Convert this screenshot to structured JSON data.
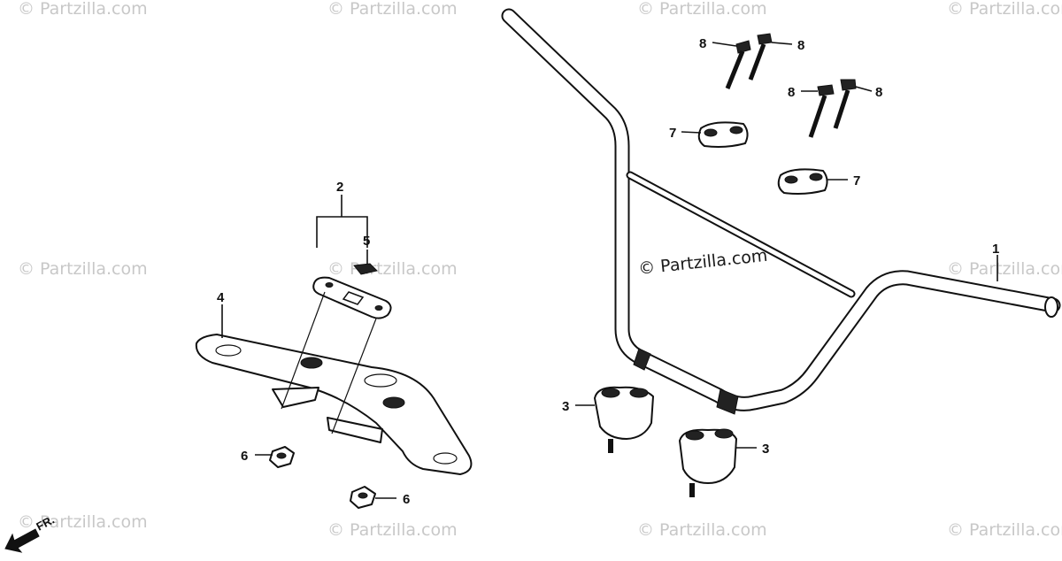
{
  "watermark": {
    "text": "© Partzilla.com",
    "main_text": "© Partzilla.com"
  },
  "callouts": {
    "c1": "1",
    "c2": "2",
    "c3a": "3",
    "c3b": "3",
    "c4": "4",
    "c5": "5",
    "c6a": "6",
    "c6b": "6",
    "c7a": "7",
    "c7b": "7",
    "c8a": "8",
    "c8b": "8",
    "c8c": "8",
    "c8d": "8"
  },
  "direction_label": "FR.",
  "colors": {
    "ink": "#111111",
    "watermark": "#c8c8c8",
    "background": "#ffffff"
  }
}
